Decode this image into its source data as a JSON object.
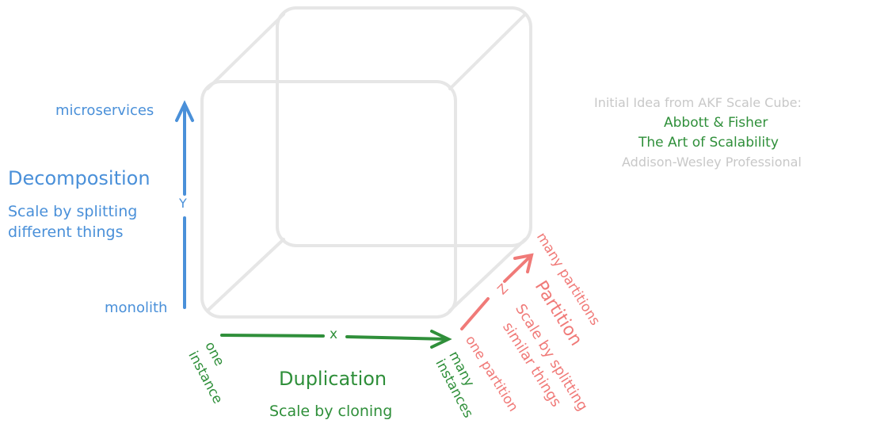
{
  "colors": {
    "y_axis": "#4a90d9",
    "x_axis": "#2f8f3a",
    "z_axis": "#f07a78",
    "cube": "#e6e6e6",
    "credit_grey": "#c8c8c8"
  },
  "y_axis": {
    "letter": "Y",
    "top_label": "microservices",
    "bottom_label": "monolith",
    "title": "Decomposition",
    "subtitle_line1": "Scale by splitting",
    "subtitle_line2": "different things"
  },
  "x_axis": {
    "letter": "x",
    "start_line1": "one",
    "start_line2": "instance",
    "end_line1": "many",
    "end_line2": "instances",
    "title": "Duplication",
    "subtitle": "Scale by cloning"
  },
  "z_axis": {
    "letter": "Z",
    "start_label": "one partition",
    "end_label": "many partitions",
    "title": "Partition",
    "subtitle_line1": "Scale by splitting",
    "subtitle_line2": "similar things"
  },
  "credit": {
    "line1": "Initial Idea from AKF Scale Cube:",
    "line2": "Abbott & Fisher",
    "line3": "The Art of Scalability",
    "line4": "Addison-Wesley Professional"
  }
}
